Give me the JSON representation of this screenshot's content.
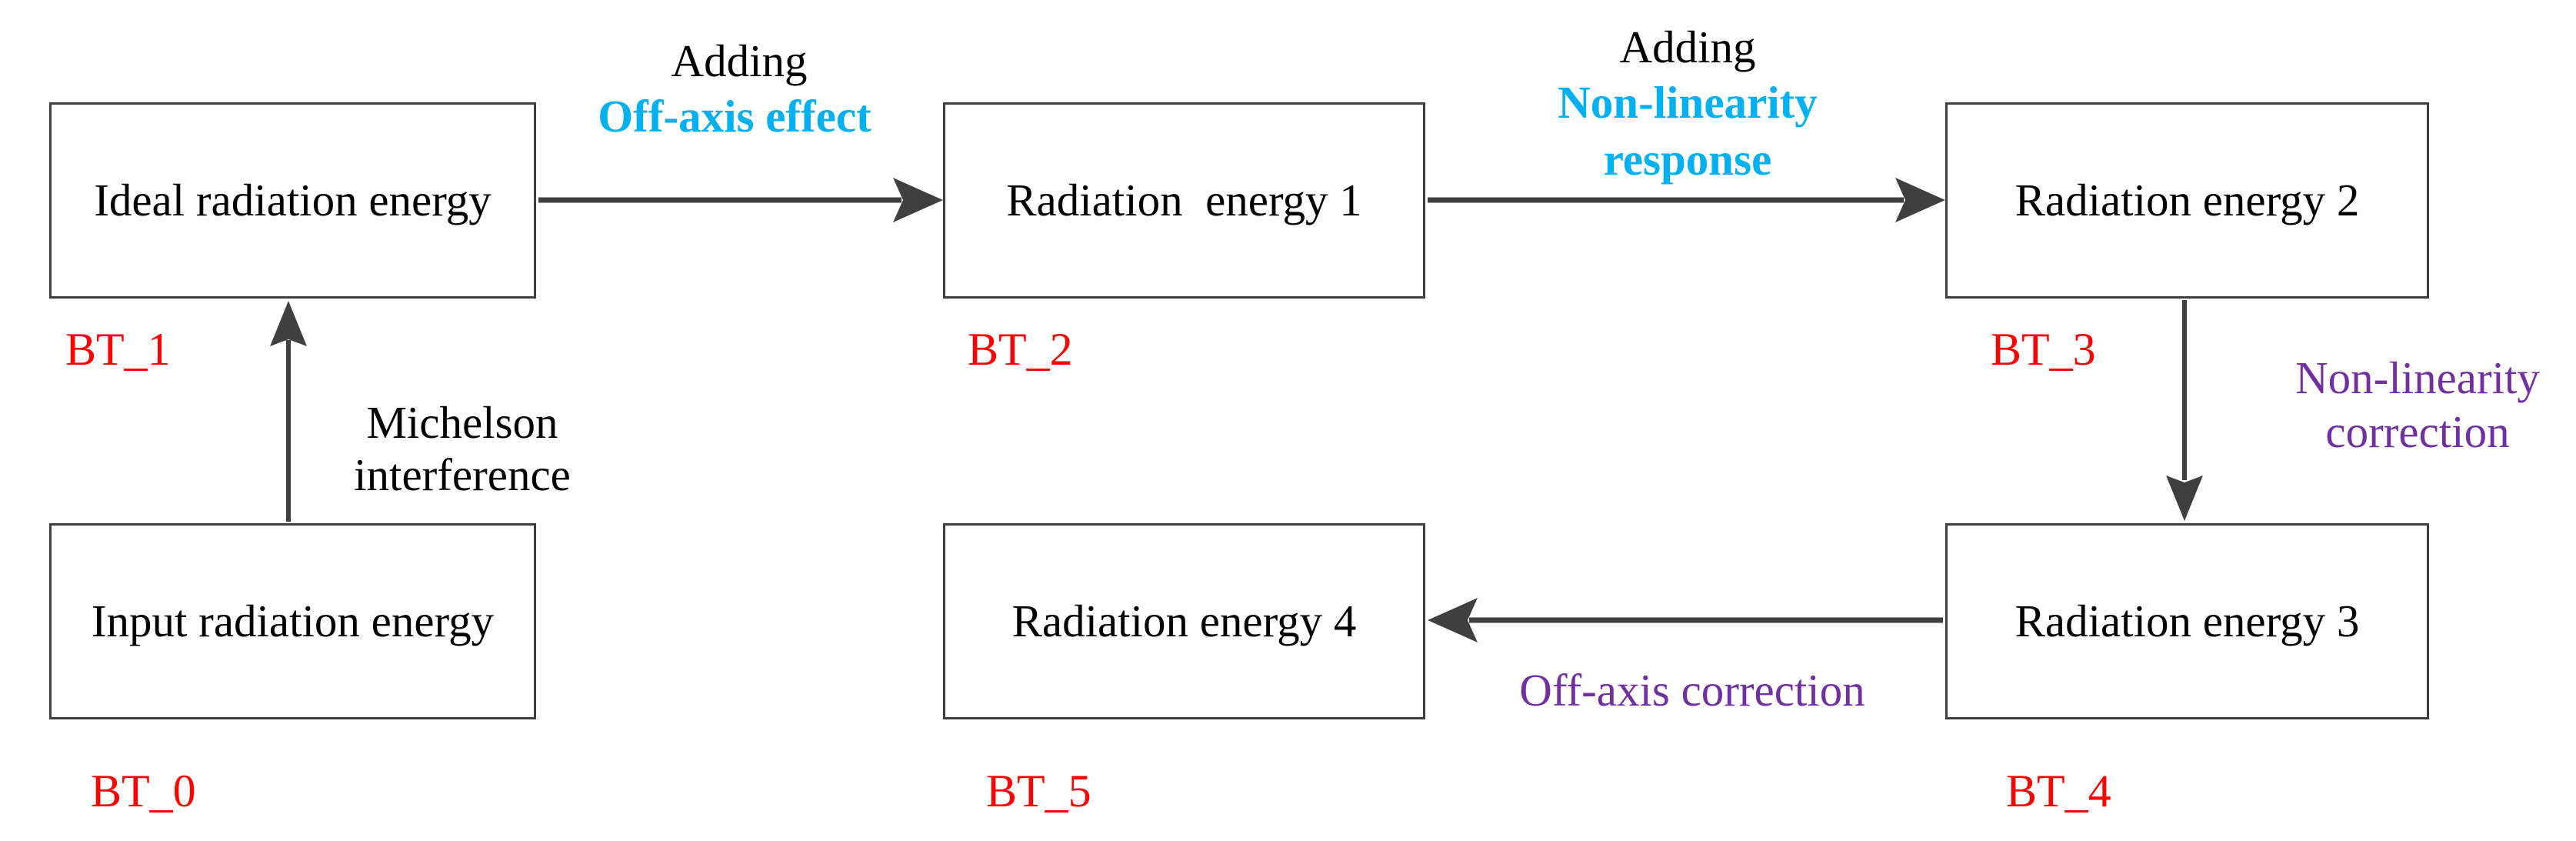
{
  "colors": {
    "cyan": "#00b0f0",
    "purple": "#7030a0",
    "red": "#ff0000",
    "line": "#3f3f3f"
  },
  "boxes": [
    {
      "label": "Ideal radiation energy",
      "tag": "BT_1"
    },
    {
      "label": "Radiation  energy 1",
      "tag": "BT_2"
    },
    {
      "label": "Radiation energy 2",
      "tag": "BT_3"
    },
    {
      "label": "Input radiation energy",
      "tag": "BT_0"
    },
    {
      "label": "Radiation energy 4",
      "tag": "BT_5"
    },
    {
      "label": "Radiation energy 3",
      "tag": "BT_4"
    }
  ],
  "edges": {
    "michelson": {
      "line1": "Michelson",
      "line2": "interference"
    },
    "offaxis_add": {
      "prefix": "Adding",
      "highlight": "Off-axis effect"
    },
    "nonlin_add": {
      "prefix": "Adding",
      "line1": "Non-linearity",
      "line2": "response"
    },
    "nonlin_corr": {
      "line1": "Non-linearity",
      "line2": "correction"
    },
    "offaxis_corr": {
      "label": "Off-axis correction"
    }
  }
}
